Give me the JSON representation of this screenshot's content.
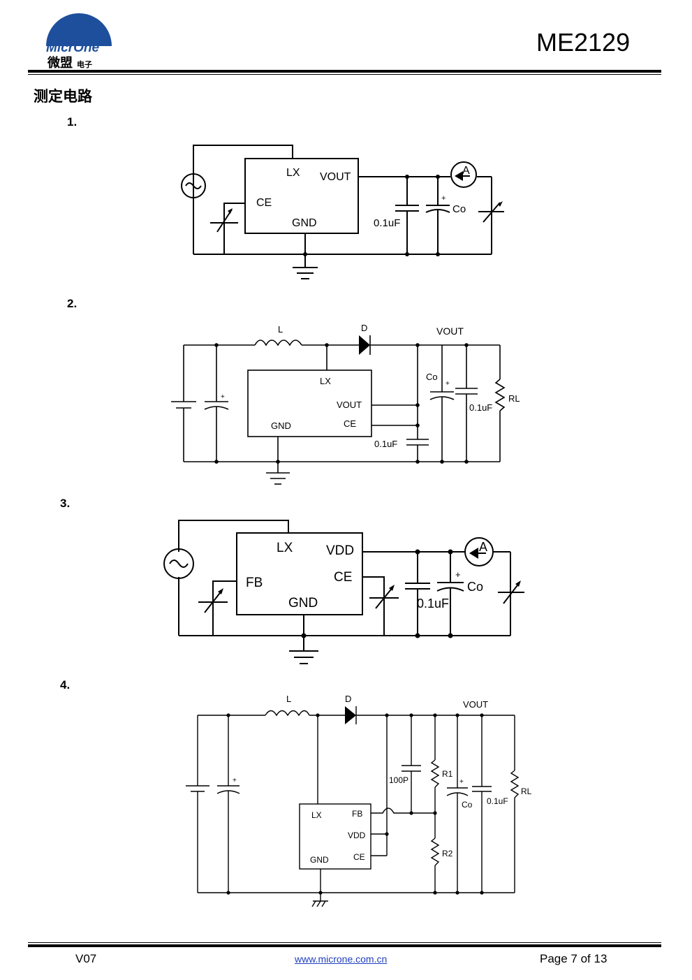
{
  "header": {
    "logo_brand": "MicrOne",
    "logo_cn": "微盟",
    "logo_cn_small": "电子",
    "part_number": "ME2129"
  },
  "section_title": "测定电路",
  "circuits": [
    {
      "number": "1.",
      "labels": {
        "lx": "LX",
        "vout": "VOUT",
        "ce": "CE",
        "gnd": "GND",
        "cap": "0.1uF",
        "co": "Co",
        "plus": "+",
        "ammeter": "A"
      }
    },
    {
      "number": "2.",
      "labels": {
        "l": "L",
        "d": "D",
        "vout_top": "VOUT",
        "lx": "LX",
        "vout": "VOUT",
        "gnd": "GND",
        "ce": "CE",
        "cap_bottom": "0.1uF",
        "co": "Co",
        "plus": "+",
        "cap_right": "0.1uF",
        "rl": "RL"
      }
    },
    {
      "number": "3.",
      "labels": {
        "lx": "LX",
        "vdd": "VDD",
        "fb": "FB",
        "ce": "CE",
        "gnd": "GND",
        "cap": "0.1uF",
        "co": "Co",
        "plus": "+",
        "ammeter": "A"
      }
    },
    {
      "number": "4.",
      "labels": {
        "l": "L",
        "d": "D",
        "vout_top": "VOUT",
        "cap_100p": "100P",
        "r1": "R1",
        "r2": "R2",
        "co": "Co",
        "plus": "+",
        "cap": "0.1uF",
        "rl": "RL",
        "lx": "LX",
        "fb": "FB",
        "vdd": "VDD",
        "gnd": "GND",
        "ce": "CE"
      }
    }
  ],
  "footer": {
    "version": "V07",
    "url": "www.microne.com.cn",
    "page": "Page 7 of 13"
  }
}
